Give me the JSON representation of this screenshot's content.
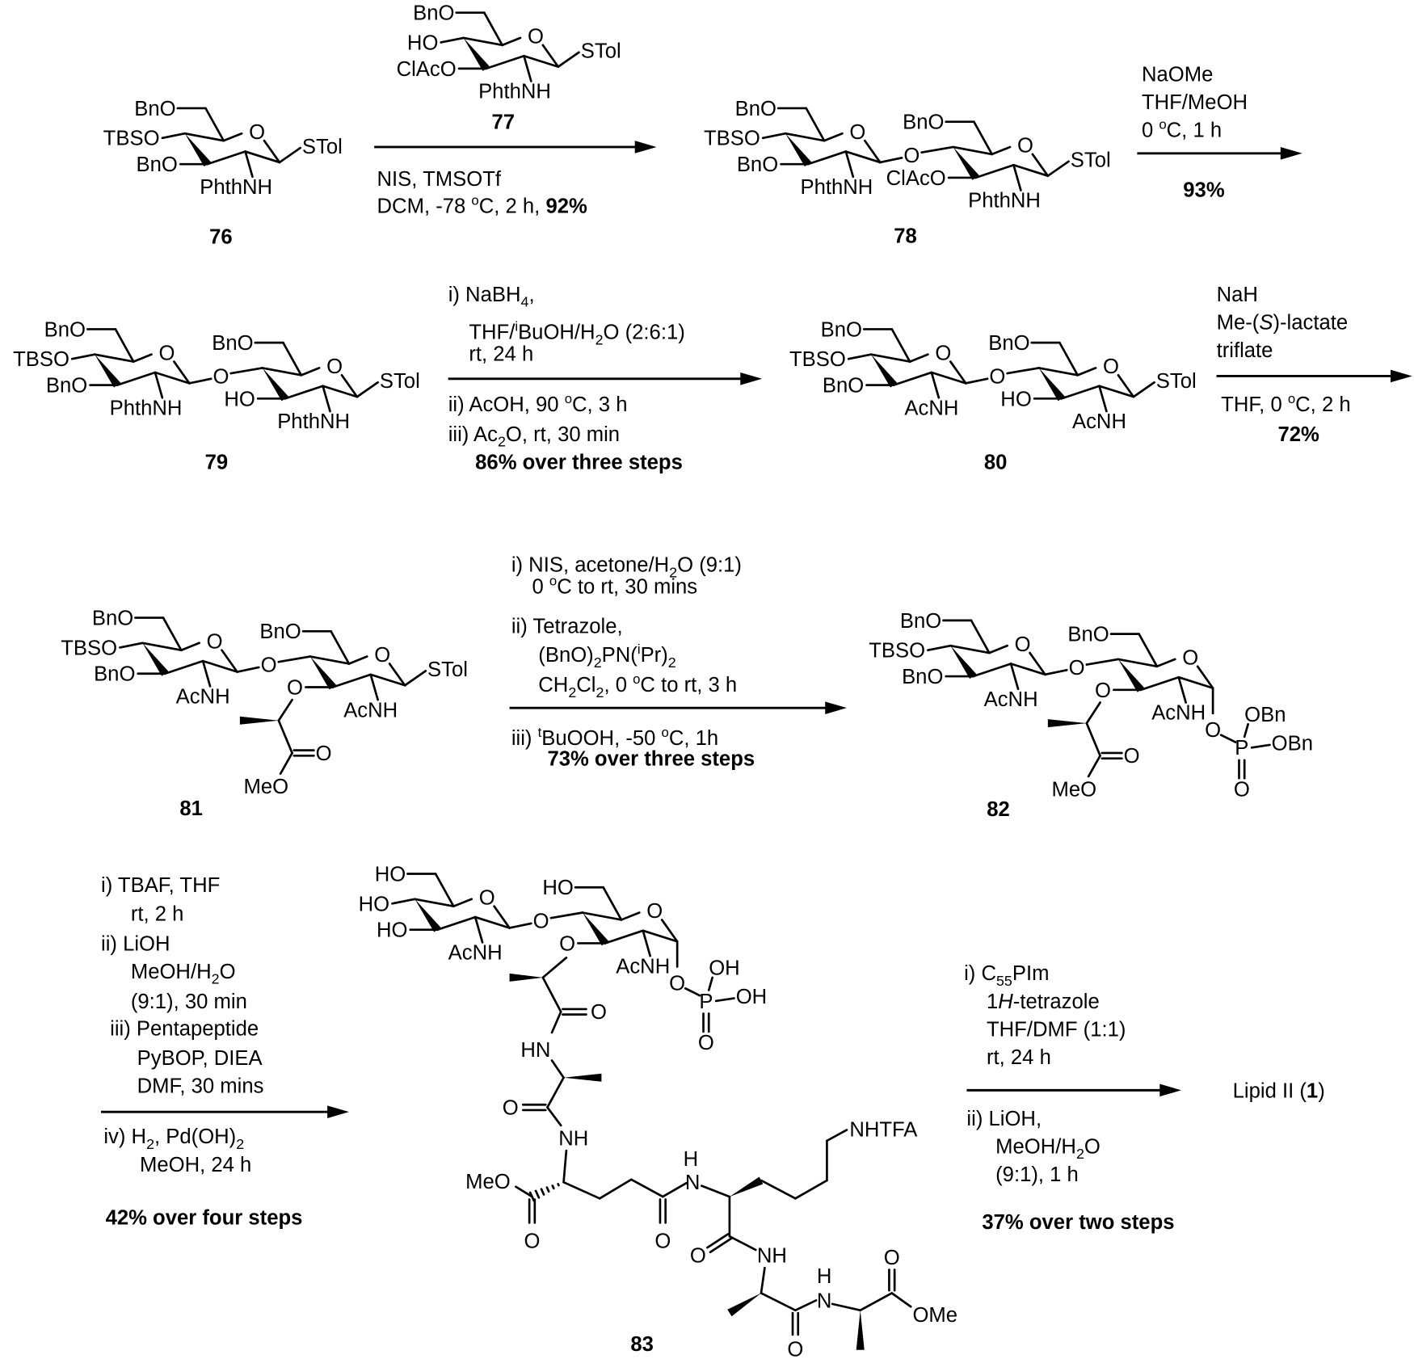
{
  "colors": {
    "ink": "#000000",
    "background": "#ffffff"
  },
  "compounds": {
    "c76": {
      "number": "76",
      "sugars": [
        {
          "o6": "BnO",
          "o4": "TBSO",
          "o3": "BnO",
          "n2": "PhthNH",
          "ring_o": "O",
          "c1": "STol"
        }
      ]
    },
    "c77": {
      "number": "77",
      "sugars": [
        {
          "o6": "BnO",
          "o4": "HO",
          "o3": "ClAcO",
          "n2": "PhthNH",
          "ring_o": "O",
          "c1": "STol"
        }
      ]
    },
    "c78": {
      "number": "78",
      "sugars": [
        {
          "o6": "BnO",
          "o4": "TBSO",
          "o3": "BnO",
          "n2": "PhthNH",
          "ring_o": "O"
        },
        {
          "o6": "BnO",
          "o4": "O",
          "o3": "ClAcO",
          "n2": "PhthNH",
          "ring_o": "O",
          "c1": "STol"
        }
      ]
    },
    "c79": {
      "number": "79",
      "sugars": [
        {
          "o6": "BnO",
          "o4": "TBSO",
          "o3": "BnO",
          "n2": "PhthNH",
          "ring_o": "O"
        },
        {
          "o6": "BnO",
          "o4": "O",
          "o3": "HO",
          "n2": "PhthNH",
          "ring_o": "O",
          "c1": "STol"
        }
      ]
    },
    "c80": {
      "number": "80",
      "sugars": [
        {
          "o6": "BnO",
          "o4": "TBSO",
          "o3": "BnO",
          "n2": "AcNH",
          "ring_o": "O"
        },
        {
          "o6": "BnO",
          "o4": "O",
          "o3": "HO",
          "n2": "AcNH",
          "ring_o": "O",
          "c1": "STol"
        }
      ]
    },
    "c81": {
      "number": "81",
      "sugars": [
        {
          "o6": "BnO",
          "o4": "TBSO",
          "o3": "BnO",
          "n2": "AcNH",
          "ring_o": "O"
        },
        {
          "o6": "BnO",
          "o4": "O",
          "o3": "O",
          "n2": "AcNH",
          "ring_o": "O",
          "c1": "STol"
        }
      ],
      "lactyl": {
        "carbonyl_o": "O",
        "ester": "MeO"
      }
    },
    "c82": {
      "number": "82",
      "sugars": [
        {
          "o6": "BnO",
          "o4": "TBSO",
          "o3": "BnO",
          "n2": "AcNH",
          "ring_o": "O"
        },
        {
          "o6": "BnO",
          "o4": "O",
          "o3": "O",
          "n2": "AcNH",
          "ring_o": "O"
        }
      ],
      "lactyl": {
        "carbonyl_o": "O",
        "ester": "MeO"
      },
      "phosphate": {
        "o1": "O",
        "p": "P",
        "r1": "OBn",
        "r2": "OBn",
        "po": "O"
      }
    },
    "c83": {
      "number": "83",
      "sugars": [
        {
          "o6": "HO",
          "o4": "HO",
          "o3": "HO",
          "n2": "AcNH",
          "ring_o": "O"
        },
        {
          "o6": "HO",
          "o4": "O",
          "o3": "O",
          "n2": "AcNH",
          "ring_o": "O"
        }
      ],
      "phosphate": {
        "o1": "O",
        "p": "P",
        "r1": "OH",
        "r2": "OH",
        "po": "O"
      },
      "peptide": {
        "lac_co": "O",
        "ala_nh": "HN",
        "ala_co": "O",
        "glu_nh": "NH",
        "glu_ester": "MeO",
        "glu_ester_o": "O",
        "glu_amide_o": "O",
        "lys_h": "H",
        "lys_n": "N",
        "lys_side": "NHTFA",
        "lys_co": "O",
        "ala2_nh": "NH",
        "ala2_co": "O",
        "ala3_h": "H",
        "ala3_n": "N",
        "ala3_co": "O",
        "ala3_ester": "OMe"
      }
    }
  },
  "steps": [
    {
      "id": "step1",
      "above": [],
      "below": [
        [
          "NIS, TMSOTf"
        ],
        [
          "DCM, -78 ",
          {
            "sup": "o"
          },
          "C, 2 h, ",
          {
            "b": "92%"
          }
        ]
      ]
    },
    {
      "id": "step2",
      "above": [
        [
          "NaOMe"
        ],
        [
          "THF/MeOH"
        ],
        [
          "0 ",
          {
            "sup": "o"
          },
          "C, 1 h"
        ]
      ],
      "below": [
        [
          {
            "b": "93%"
          }
        ]
      ]
    },
    {
      "id": "step3",
      "above": [
        [
          "i) NaBH",
          {
            "sub": "4"
          },
          ","
        ],
        [
          "THF/",
          {
            "sup": "i"
          },
          "BuOH/H",
          {
            "sub": "2"
          },
          "O (2:6:1)"
        ],
        [
          "rt, 24 h"
        ]
      ],
      "below": [
        [
          "ii) AcOH, 90 ",
          {
            "sup": "o"
          },
          "C, 3 h"
        ],
        [
          "iii) Ac",
          {
            "sub": "2"
          },
          "O, rt, 30 min"
        ],
        [
          {
            "b": "86% over three steps"
          }
        ]
      ]
    },
    {
      "id": "step4",
      "above": [
        [
          "NaH"
        ],
        [
          "Me-(",
          {
            "i": "S"
          },
          ")-lactate"
        ],
        [
          "triflate"
        ]
      ],
      "below": [
        [
          "THF, 0 ",
          {
            "sup": "o"
          },
          "C, 2 h"
        ],
        [
          {
            "b": "72%"
          }
        ]
      ]
    },
    {
      "id": "step5",
      "above": [
        [
          "i) NIS, acetone/H",
          {
            "sub": "2"
          },
          "O (9:1)"
        ],
        [
          "0 ",
          {
            "sup": "o"
          },
          "C to rt, 30 mins"
        ],
        [
          "ii) Tetrazole,"
        ],
        [
          "(BnO)",
          {
            "sub": "2"
          },
          "PN(",
          {
            "sup": "i"
          },
          "Pr)",
          {
            "sub": "2"
          }
        ],
        [
          "CH",
          {
            "sub": "2"
          },
          "Cl",
          {
            "sub": "2"
          },
          ", 0 ",
          {
            "sup": "o"
          },
          "C to rt, 3 h"
        ]
      ],
      "below": [
        [
          "iii) ",
          {
            "sup": "t"
          },
          "BuOOH, -50 ",
          {
            "sup": "o"
          },
          "C, 1h"
        ],
        [
          {
            "b": "73% over three steps"
          }
        ]
      ]
    },
    {
      "id": "step6",
      "above": [
        [
          "i) TBAF, THF"
        ],
        [
          "rt, 2 h"
        ],
        [
          "ii) LiOH"
        ],
        [
          "MeOH/H",
          {
            "sub": "2"
          },
          "O"
        ],
        [
          "(9:1), 30 min"
        ],
        [
          "iii) Pentapeptide"
        ],
        [
          "PyBOP, DIEA"
        ],
        [
          "DMF, 30 mins"
        ]
      ],
      "below": [
        [
          "iv) H",
          {
            "sub": "2"
          },
          ", Pd(OH)",
          {
            "sub": "2"
          }
        ],
        [
          "MeOH, 24 h"
        ],
        [
          {
            "b": "42% over four steps"
          }
        ]
      ]
    },
    {
      "id": "step7",
      "above": [
        [
          "i) C",
          {
            "sub": "55"
          },
          "PIm"
        ],
        [
          "1",
          {
            "i": "H"
          },
          "-tetrazole"
        ],
        [
          "THF/DMF (1:1)"
        ],
        [
          "rt, 24 h"
        ]
      ],
      "below": [
        [
          "ii) LiOH,"
        ],
        [
          "MeOH/H",
          {
            "sub": "2"
          },
          "O"
        ],
        [
          "(9:1), 1 h"
        ],
        [
          {
            "b": "37% over two steps"
          }
        ]
      ]
    }
  ],
  "product": [
    "Lipid II (",
    {
      "b": "1"
    },
    ")"
  ]
}
